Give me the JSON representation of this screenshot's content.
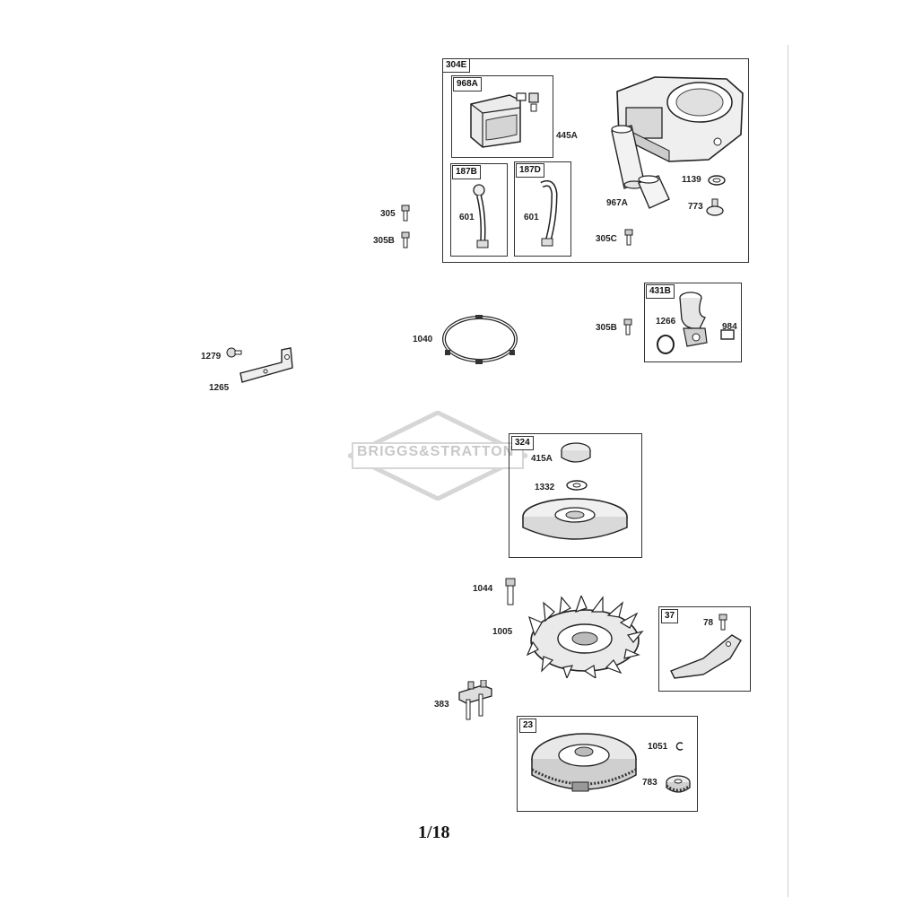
{
  "page_number": "1/18",
  "watermark": "BRIGGS&STRATTON",
  "groups": {
    "g304E": "304E",
    "g968A": "968A",
    "g187B": "187B",
    "g187D": "187D",
    "g431B": "431B",
    "g324": "324",
    "g37": "37",
    "g23": "23"
  },
  "labels": {
    "p445A": "445A",
    "p1139": "1139",
    "p967A": "967A",
    "p773": "773",
    "p305C": "305C",
    "p601a": "601",
    "p601b": "601",
    "p305": "305",
    "p305B_top": "305B",
    "p1040": "1040",
    "p305B_mid": "305B",
    "p1266": "1266",
    "p984": "984",
    "p1279": "1279",
    "p1265": "1265",
    "p415A": "415A",
    "p1332": "1332",
    "p1044": "1044",
    "p1005": "1005",
    "p78": "78",
    "p383": "383",
    "p1051": "1051",
    "p783": "783"
  }
}
